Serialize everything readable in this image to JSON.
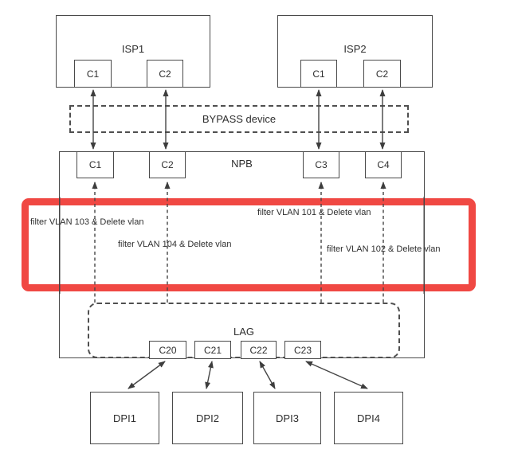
{
  "isp1": {
    "label": "ISP1",
    "ports": [
      "C1",
      "C2"
    ]
  },
  "isp2": {
    "label": "ISP2",
    "ports": [
      "C1",
      "C2"
    ]
  },
  "bypass": {
    "label": "BYPASS device"
  },
  "npb": {
    "label": "NPB",
    "ports": [
      "C1",
      "C2",
      "C3",
      "C4"
    ]
  },
  "filters": [
    "filter VLAN 103 & Delete vlan",
    "filter VLAN 101 & Delete vlan",
    "filter VLAN 104 & Delete vlan",
    "filter VLAN 102 & Delete vlan"
  ],
  "lag": {
    "label": "LAG",
    "ports": [
      "C20",
      "C21",
      "C22",
      "C23"
    ]
  },
  "dpi": [
    "DPI1",
    "DPI2",
    "DPI3",
    "DPI4"
  ],
  "colors": {
    "highlight": "#f04843"
  }
}
